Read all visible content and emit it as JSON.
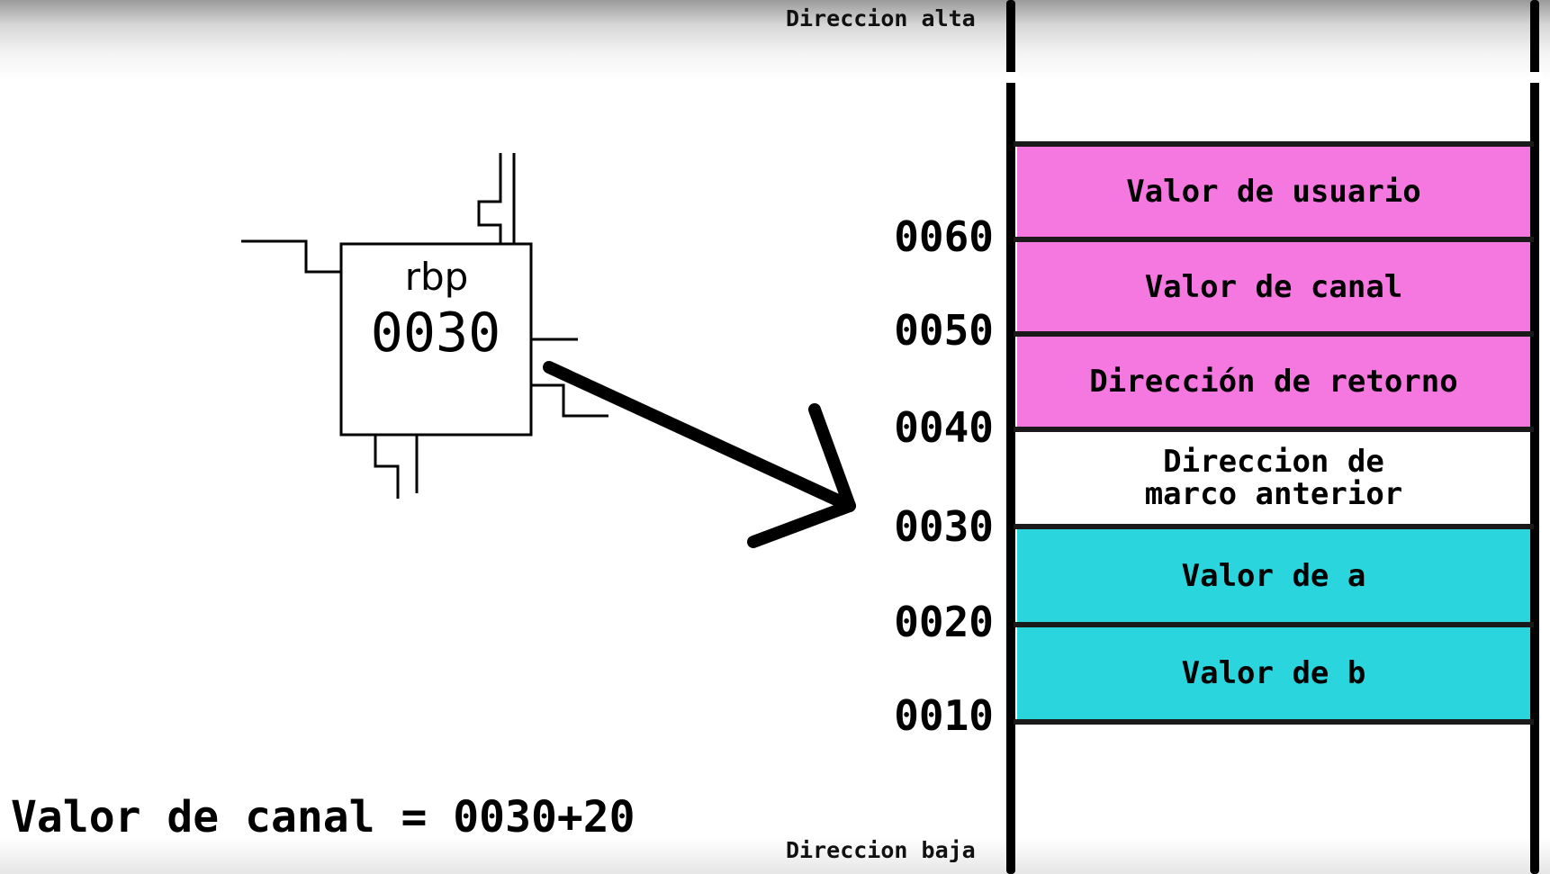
{
  "labels": {
    "high_address": "Direccion alta",
    "low_address": "Direccion baja"
  },
  "register": {
    "name": "rbp",
    "value": "0030"
  },
  "stack": {
    "cells": [
      {
        "text": "Valor de usuario",
        "color": "#f578e0"
      },
      {
        "text": "Valor de canal",
        "color": "#f578e0"
      },
      {
        "text": "Dirección de retorno",
        "color": "#f578e0"
      },
      {
        "line1": "Direccion de",
        "line2": "marco anterior",
        "color": "#ffffff"
      },
      {
        "text": "Valor de a",
        "color": "#2ad5de"
      },
      {
        "text": "Valor de b",
        "color": "#2ad5de"
      }
    ],
    "addresses": [
      "0060",
      "0050",
      "0040",
      "0030",
      "0020",
      "0010"
    ]
  },
  "formula": "Valor de canal = 0030+20"
}
